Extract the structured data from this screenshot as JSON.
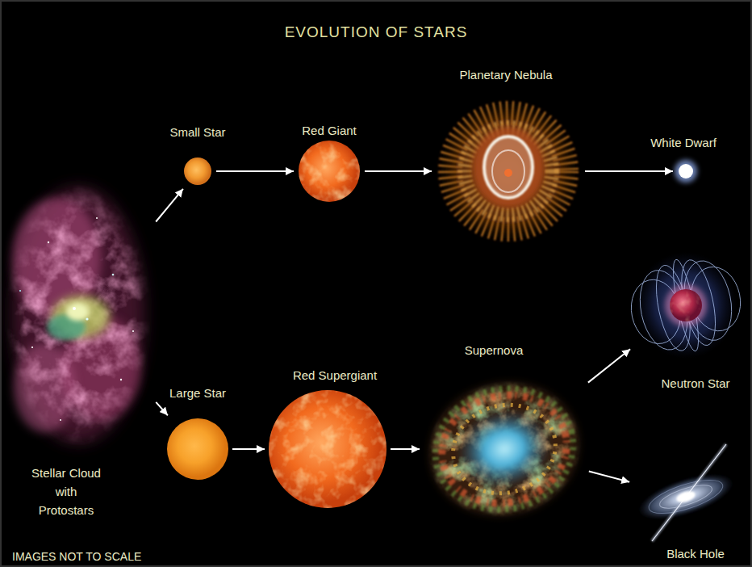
{
  "diagram": {
    "title": "EVOLUTION OF STARS",
    "nodes": [
      {
        "text": [
          "Stellar Cloud with Protostars"
        ]
      },
      {
        "text": [
          "Small Star"
        ]
      },
      {
        "text": [
          "Red Giant"
        ]
      },
      {
        "text": [
          "Planetary Nebula"
        ]
      },
      {
        "text": [
          "White Dwarf"
        ]
      },
      {
        "text": [
          "Large Star"
        ]
      },
      {
        "text": [
          "Red Supergiant"
        ]
      },
      {
        "text": [
          "Supernova"
        ]
      },
      {
        "text": [
          "Neutron Star"
        ]
      },
      {
        "text": [
          "Black Hole"
        ]
      }
    ],
    "edges": [
      {
        "from": 0,
        "to": 1,
        "arrow": "to"
      },
      {
        "from": 1,
        "to": 2,
        "arrow": "to"
      },
      {
        "from": 2,
        "to": 3,
        "arrow": "to"
      },
      {
        "from": 3,
        "to": 4,
        "arrow": "to"
      },
      {
        "from": 0,
        "to": 5,
        "arrow": "to"
      },
      {
        "from": 5,
        "to": 6,
        "arrow": "to"
      },
      {
        "from": 6,
        "to": 7,
        "arrow": "to"
      },
      {
        "from": 7,
        "to": 8,
        "arrow": "to"
      },
      {
        "from": 7,
        "to": 9,
        "arrow": "to"
      }
    ],
    "labels": [
      "IMAGES NOT TO SCALE"
    ]
  }
}
